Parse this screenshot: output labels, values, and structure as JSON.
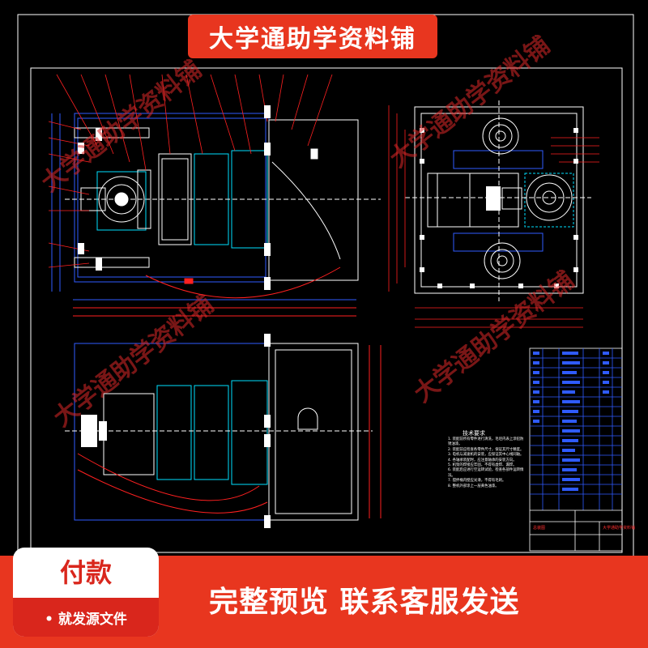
{
  "header": {
    "banner": "大学通助学资料铺"
  },
  "watermark": {
    "text": "大学通助学资料铺"
  },
  "drawing": {
    "tech_requirements_title": "技术要求",
    "tech_requirements": [
      "1. 装配前所有零件进行清洗，毛坯内表上涂铅防锈油漆。",
      "2. 装配前应检查各零件尺寸，保证其尺寸精度。",
      "3. 电机与减速机的安装，应保证其中心线同轴。",
      "4. 各轴承装配时，应注意轴承的安装方向。",
      "5. 机架的焊接应牢固，不得有虚焊、漏焊。",
      "6. 装配后应进行空运转试验，检查各部件运转情况。",
      "7. 搅拌桶内壁应光滑，不得有毛刺。",
      "8. 整机外部涂上一层黄色油漆。"
    ],
    "title_block_red_1": "总装图",
    "title_block_red_2": "大学通助学资料铺"
  },
  "footer": {
    "pay_title": "付款",
    "pay_sub": "• 就发源文件",
    "message": "完整预览  联系客服发送"
  },
  "colors": {
    "accent_red": "#e8361f",
    "drawing_blue": "#2f5bff",
    "drawing_red": "#ff2020",
    "drawing_white": "#ffffff",
    "drawing_cyan": "#00e0ff"
  }
}
